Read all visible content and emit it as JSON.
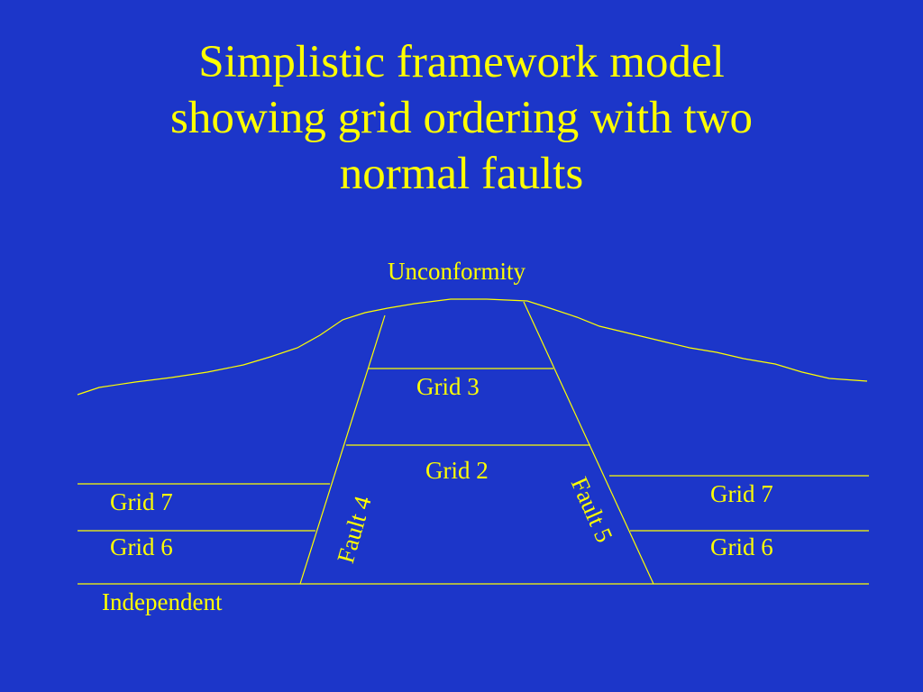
{
  "slide": {
    "title_lines": [
      "Simplistic framework model",
      "showing grid ordering with two",
      "normal faults"
    ]
  },
  "diagram": {
    "line_color": "#ffff00",
    "background_color": "#1c36c9",
    "labels": {
      "unconformity": "Unconformity",
      "grid3": "Grid 3",
      "grid2": "Grid 2",
      "grid7_left": "Grid 7",
      "grid6_left": "Grid 6",
      "grid7_right": "Grid 7",
      "grid6_right": "Grid 6",
      "fault4": "Fault 4",
      "fault5": "Fault 5",
      "independent": "Independent"
    }
  }
}
